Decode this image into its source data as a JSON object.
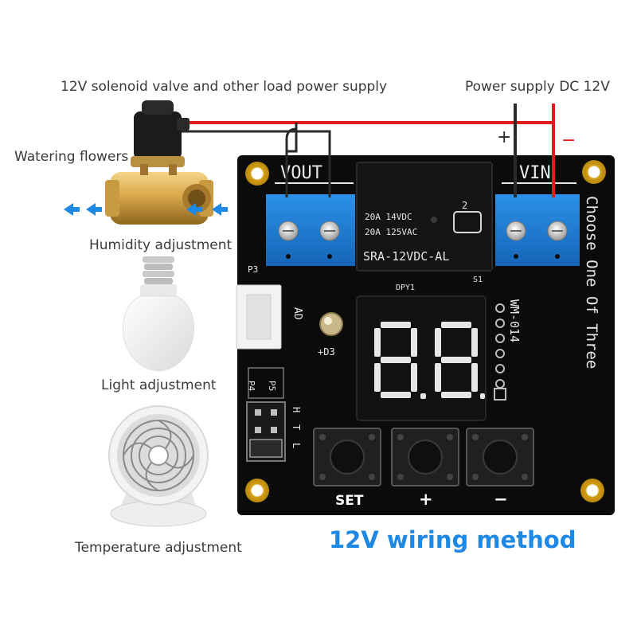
{
  "labels": {
    "load_supply": "12V solenoid valve and other load power supply",
    "power_supply": "Power supply DC 12V",
    "plus_sign": "+",
    "minus_sign": "−",
    "watering": "Watering flowers",
    "humidity": "Humidity adjustment",
    "light": "Light adjustment",
    "temperature": "Temperature adjustment",
    "wiring_title": "12V wiring method"
  },
  "board": {
    "vout_label": "VOUT",
    "vin_label": "VIN",
    "relay_line1": "20A 14VDC",
    "relay_line2": "20A 125VAC",
    "relay_model": "SRA-12VDC-AL",
    "relay_num": "2",
    "p3": "P3",
    "s1": "S1",
    "dpy1": "DPY1",
    "ad": "AD",
    "d3": "+D3",
    "model": "WM-014",
    "p4": "P4",
    "p5": "P5",
    "htl_h": "H",
    "htl_t": "T",
    "htl_l": "L",
    "choose": "Choose One Of Three",
    "btn_set": "SET",
    "btn_plus": "+",
    "btn_minus": "−"
  },
  "colors": {
    "wire_positive": "#e01b1b",
    "wire_negative": "#2a2a2a",
    "board": "#0b0b0b",
    "terminal": "#1d7fd6",
    "title": "#1e88e5",
    "arrows": "#1e88e5"
  },
  "icons": [
    "solenoid-valve-icon",
    "light-bulb-icon",
    "fan-icon",
    "water-arrow-icon"
  ]
}
